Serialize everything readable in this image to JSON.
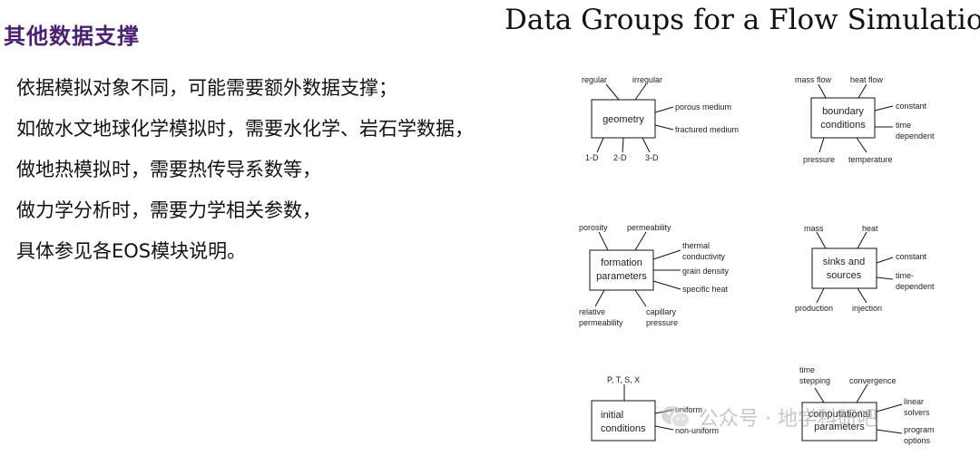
{
  "heading": "其他数据支撑",
  "title": "Data Groups for a Flow Simulation",
  "bullets": [
    "依据模拟对象不同，可能需要额外数据支撑；",
    "如做水文地球化学模拟时，需要水化学、岩石学数据，",
    "做地热模拟时，需要热传导系数等，",
    "做力学分析时，需要力学相关参数，",
    "具体参见各EOS模块说明。"
  ],
  "diagram": {
    "geometry": {
      "box": [
        "geometry"
      ],
      "labels": [
        "regular",
        "irregular",
        "porous medium",
        "fractured medium",
        "1-D",
        "2-D",
        "3-D"
      ]
    },
    "boundary": {
      "box": [
        "boundary",
        "conditions"
      ],
      "labels": [
        "mass flow",
        "heat flow",
        "constant",
        "time",
        "dependent",
        "pressure",
        "temperature"
      ]
    },
    "formation": {
      "box": [
        "formation",
        "parameters"
      ],
      "labels": [
        "porosity",
        "permeability",
        "thermal",
        "conductivity",
        "grain density",
        "specific heat",
        "relative",
        "permeability",
        "capillary",
        "pressure"
      ]
    },
    "sinks": {
      "box": [
        "sinks and",
        "sources"
      ],
      "labels": [
        "mass",
        "heat",
        "constant",
        "time-",
        "dependent",
        "production",
        "injection"
      ]
    },
    "initial": {
      "box": [
        "initial",
        "conditions"
      ],
      "labels": [
        "P, T, S, X",
        "uniform",
        "non-uniform"
      ]
    },
    "computational": {
      "box": [
        "computational",
        "parameters"
      ],
      "labels": [
        "time",
        "stepping",
        "convergence",
        "linear",
        "solvers",
        "program",
        "options"
      ]
    }
  },
  "watermark": "公众号 · 地学科研吧",
  "colors": {
    "heading": "#4b1f73",
    "text": "#111111",
    "watermark": "#9a9a9a"
  }
}
